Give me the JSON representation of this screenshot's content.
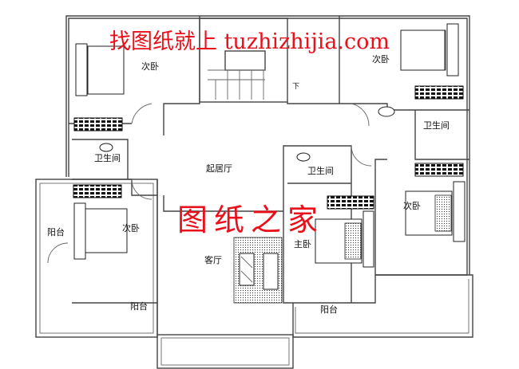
{
  "watermarks": {
    "top": "找图纸就上 tuzhizhijia.com",
    "center": "图纸之家",
    "color": "#e8101a"
  },
  "rooms": {
    "bedroom_top_left": "次卧",
    "bedroom_top_right": "次卧",
    "stair_down": "下",
    "bath_right": "卫生间",
    "bath_left": "卫生间",
    "living_hall": "起居厅",
    "bath_center": "卫生间",
    "bedroom_right": "次卧",
    "balcony_left": "阳台",
    "bedroom_left": "次卧",
    "master_bedroom": "主卧",
    "living_room": "客厅",
    "balcony_bottom_left": "阳台",
    "balcony_bottom_right": "阳台"
  }
}
